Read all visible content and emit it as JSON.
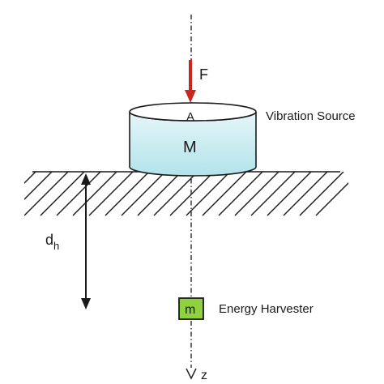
{
  "labels": {
    "force": "F",
    "point_a": "A",
    "source_mass": "M",
    "source_caption": "Vibration Source",
    "distance": "d",
    "distance_subscript": "h",
    "harvester_mass": "m",
    "harvester_caption": "Energy Harvester",
    "axis": "z"
  },
  "colors": {
    "force_arrow": "#c8261e",
    "harvester_fill": "#8fd13f",
    "source_top": "#ffffff",
    "source_body_top": "#e6f6f9",
    "source_body_bottom": "#b2e3ea",
    "outline": "#1a1a1a"
  }
}
